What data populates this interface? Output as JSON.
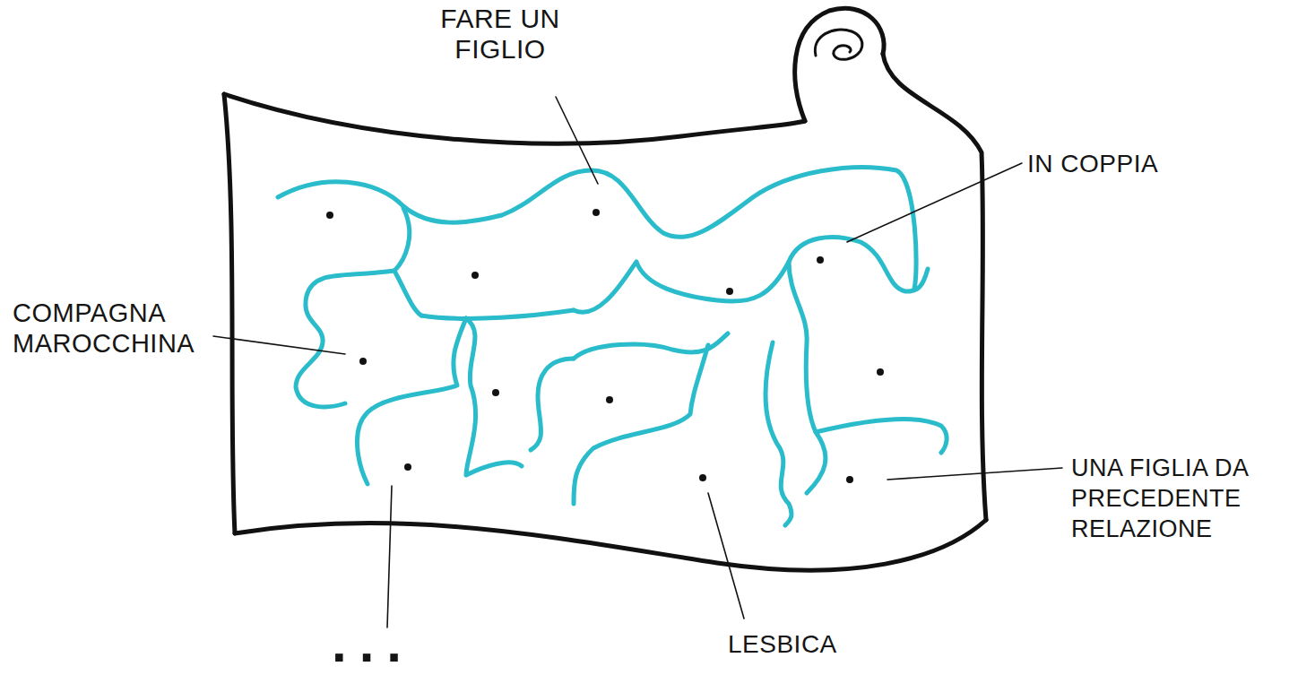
{
  "diagram": {
    "labels": [
      "FARE UN FIGLIO",
      "IN COPPIA",
      "COMPAGNA MAROCCHINA",
      "UNA FIGLIA DA PRECEDENTE RELAZIONE",
      "LESBICA",
      "..."
    ]
  }
}
